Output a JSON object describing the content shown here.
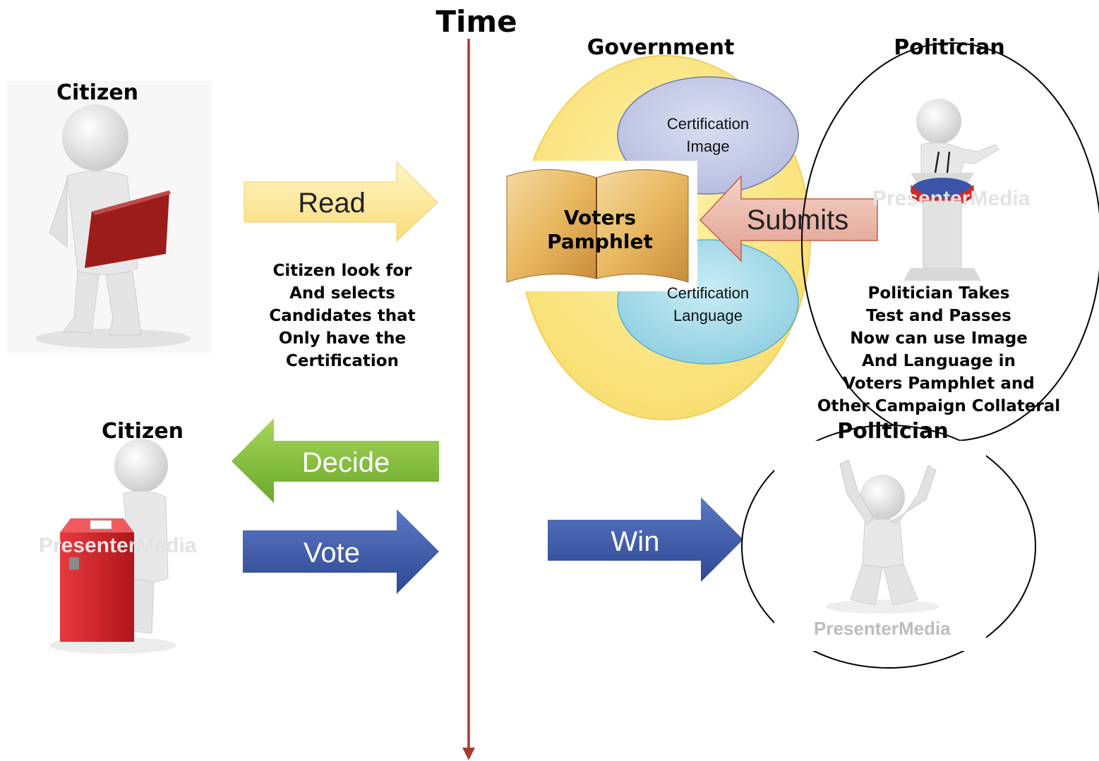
{
  "title": "Time",
  "citizen_top_label": "Citizen",
  "citizen_bottom_label": "Citizen",
  "citizen_note": [
    "Citizen look for",
    "And selects",
    "Candidates that",
    "Only have the",
    "Certification"
  ],
  "government_label": "Government",
  "politician_top_label": "Politician",
  "politician_bottom_label": "Politician",
  "certification_image": [
    "Certification",
    "Image"
  ],
  "certification_language": [
    "Certification",
    "Language"
  ],
  "voters_pamphlet": [
    "Voters",
    "Pamphlet"
  ],
  "politician_note": [
    "Politician Takes",
    "Test and Passes",
    "Now can use Image",
    "And Language in",
    "Voters Pamphlet and",
    "Other Campaign Collateral"
  ],
  "watermark": "PresenterMedia",
  "arrows": {
    "read": "Read",
    "submits": "Submits",
    "decide": "Decide",
    "vote": "Vote",
    "win": "Win"
  },
  "colors": {
    "read": "#fde99a",
    "submits": "#e8b4a8",
    "decide": "#8dc63f",
    "vote": "#3d5aa8",
    "win": "#3d5aa8",
    "government": "#fce98a",
    "cert_image": "#c9cde8",
    "cert_language": "#a8dcea",
    "timeline": "#a83a32",
    "ballot_box": "#d32027",
    "book": "#9c1c1c"
  }
}
